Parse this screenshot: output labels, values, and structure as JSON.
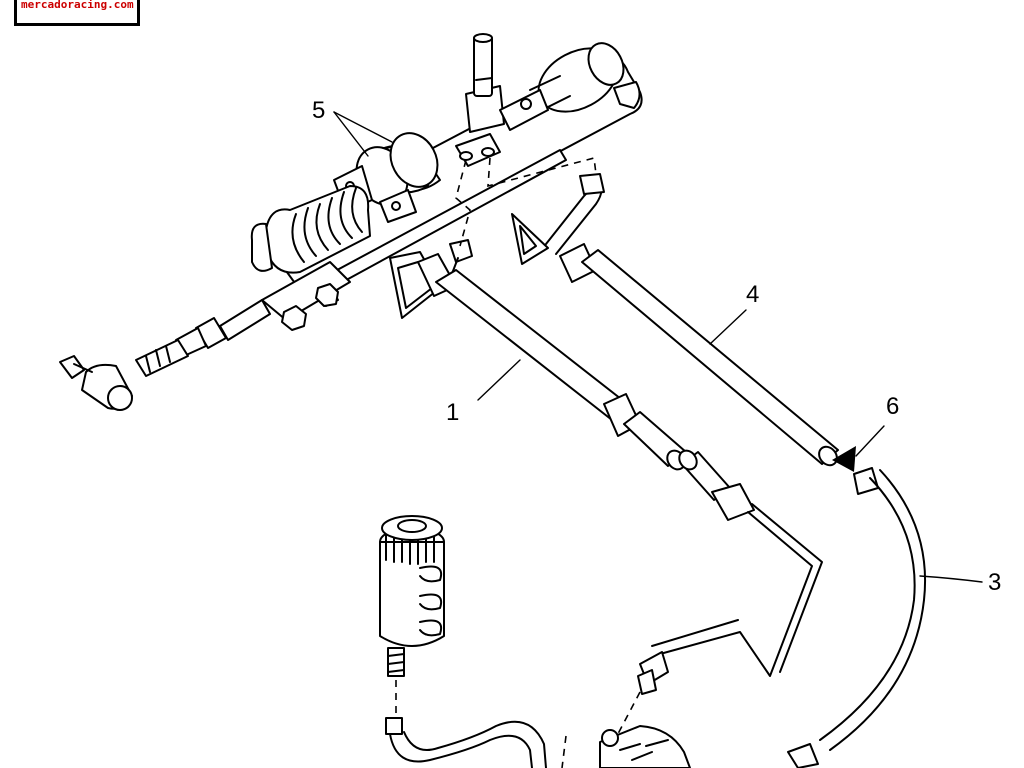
{
  "watermark": "mercadoracing.com",
  "callouts": [
    {
      "id": "1",
      "text": "1"
    },
    {
      "id": "3",
      "text": "3"
    },
    {
      "id": "4",
      "text": "4"
    },
    {
      "id": "5",
      "text": "5"
    },
    {
      "id": "6",
      "text": "6"
    }
  ],
  "parts": [
    {
      "icon": "steering-rack-icon"
    },
    {
      "icon": "tie-rod-icon"
    },
    {
      "icon": "pressure-hose-icon"
    },
    {
      "icon": "return-hose-icon"
    },
    {
      "icon": "cooler-hose-icon"
    },
    {
      "icon": "reservoir-filter-icon"
    },
    {
      "icon": "pump-icon"
    }
  ]
}
